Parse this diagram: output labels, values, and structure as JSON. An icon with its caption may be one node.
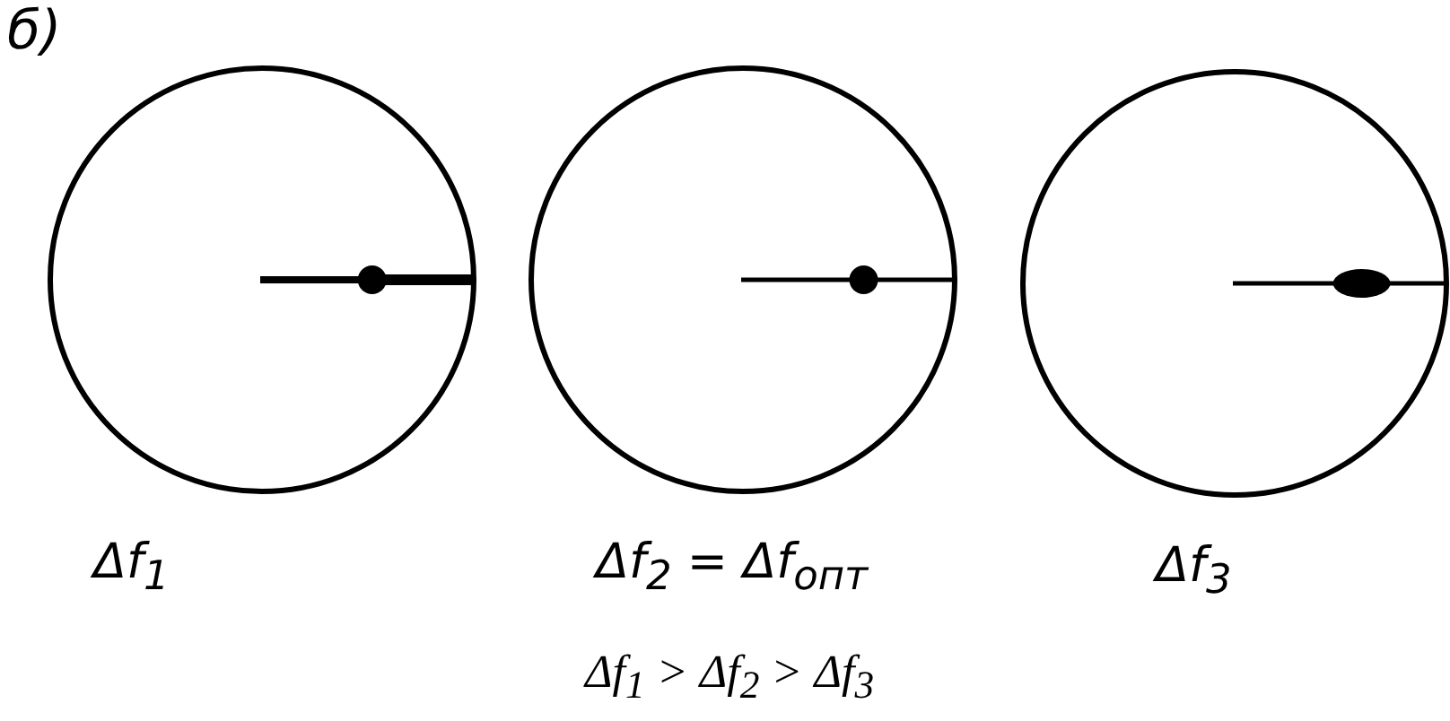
{
  "diagram": {
    "nodes": [
      {
        "text": [],
        "shape": "circle",
        "beside": [
          "Δf$_{1}$"
        ]
      },
      {
        "text": [],
        "shape": "circle",
        "beside": [
          "Δf$_{2}$ = Δf$_{опт}$"
        ]
      },
      {
        "text": [],
        "shape": "circle",
        "beside": [
          "Δf$_{3}$"
        ]
      }
    ],
    "labels": [
      "б)",
      "Δf$_{1}$ > Δf$_{2}$ > Δf$_{3}$"
    ]
  }
}
